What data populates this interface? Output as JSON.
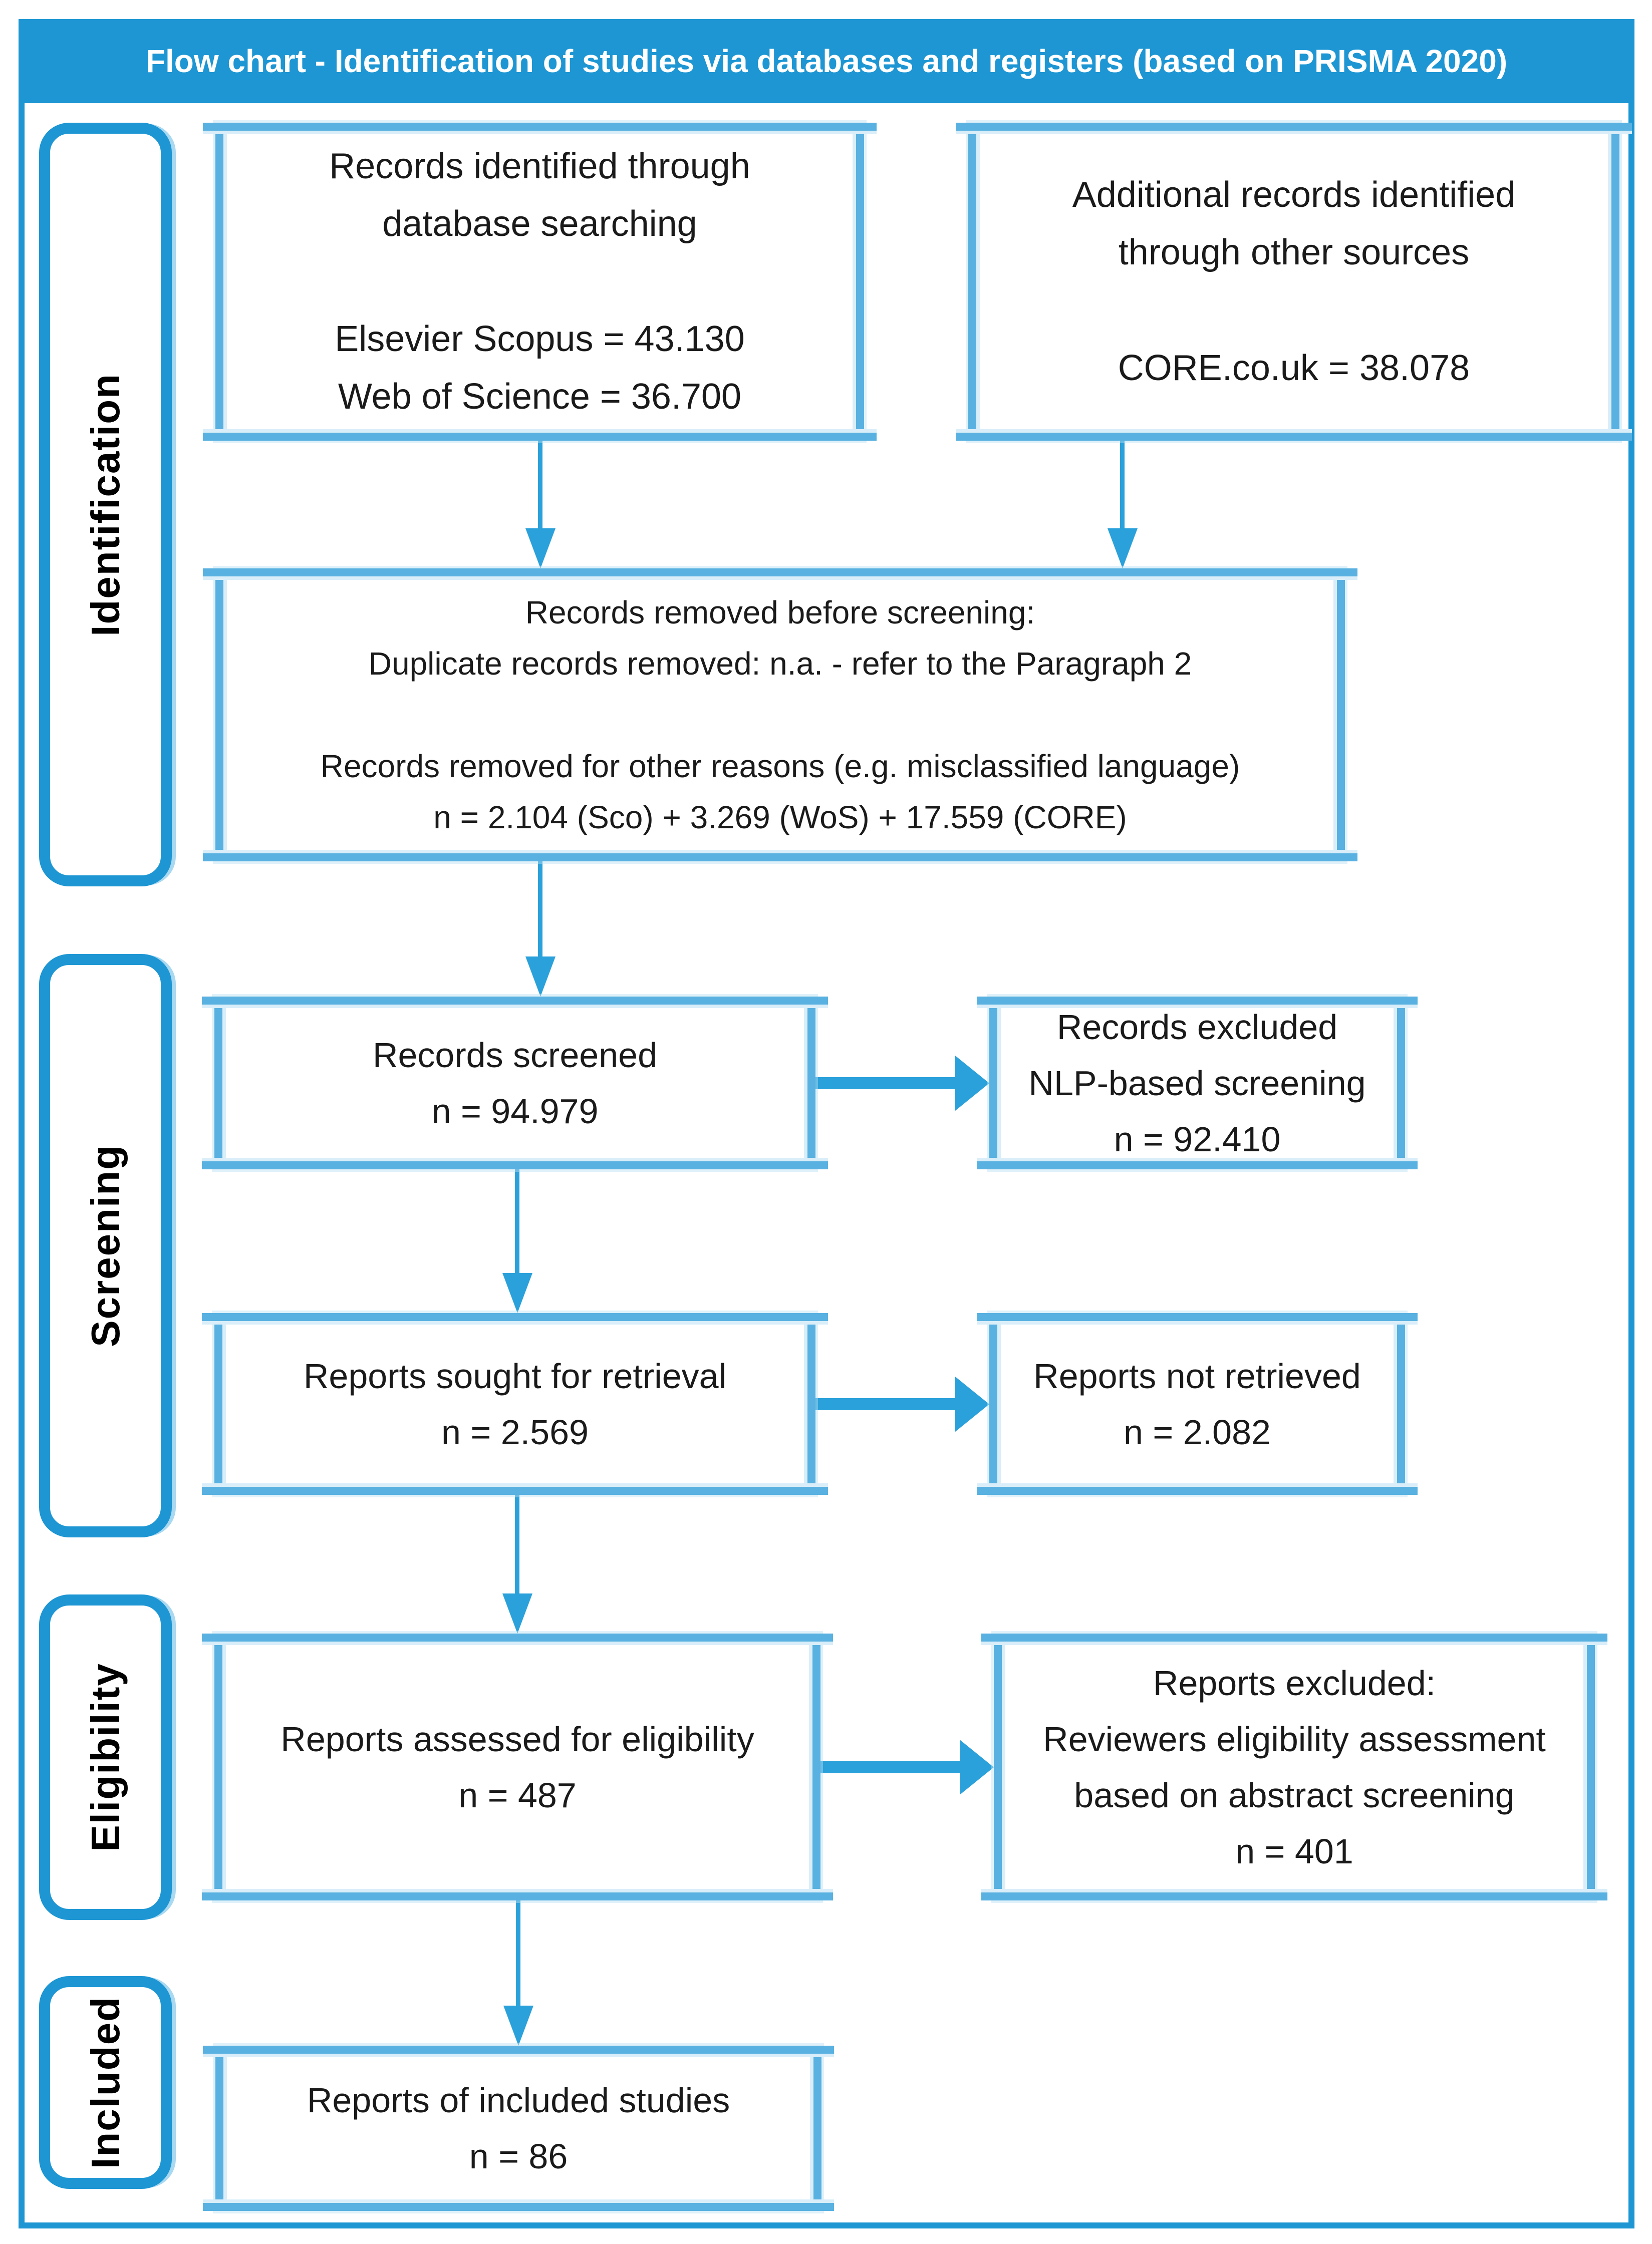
{
  "title": "Flow chart - Identification of studies via databases and registers (based on PRISMA 2020)",
  "colors": {
    "primary_blue": "#1D96D3",
    "box_border_blue": "#58B1E0",
    "inner_light_blue": "#D9EEF9",
    "arrow_blue": "#2AA1DA",
    "title_text": "#FFFFFF",
    "box_text": "#1A1A1A"
  },
  "sidebar": {
    "stages": [
      {
        "label": "Identification"
      },
      {
        "label": "Screening"
      },
      {
        "label": "Eligibility"
      },
      {
        "label": "Included"
      }
    ]
  },
  "boxes": {
    "identified_db": {
      "text": "Records identified through\ndatabase searching\n\nElsevier Scopus = 43.130\nWeb of Science = 36.700"
    },
    "identified_other": {
      "text": "Additional records identified\nthrough other sources\n\nCORE.co.uk = 38.078"
    },
    "removed_before_screening": {
      "text": "Records removed before screening:\nDuplicate records removed: n.a. - refer to the Paragraph 2\n\nRecords removed for other reasons (e.g. misclassified language)\nn = 2.104 (Sco) + 3.269 (WoS) + 17.559 (CORE)"
    },
    "screened": {
      "text": "Records screened\nn = 94.979"
    },
    "excluded_nlp": {
      "text": "Records excluded\nNLP-based screening\nn = 92.410"
    },
    "sought_retrieval": {
      "text": "Reports sought for retrieval\nn = 2.569"
    },
    "not_retrieved": {
      "text": "Reports not retrieved\nn = 2.082"
    },
    "assessed_eligibility": {
      "text": "Reports assessed for eligibility\nn = 487"
    },
    "excluded_reviewers": {
      "text": "Reports excluded:\nReviewers eligibility assessment\nbased on abstract screening\nn = 401"
    },
    "included_studies": {
      "text": "Reports of included studies\nn = 86"
    }
  }
}
